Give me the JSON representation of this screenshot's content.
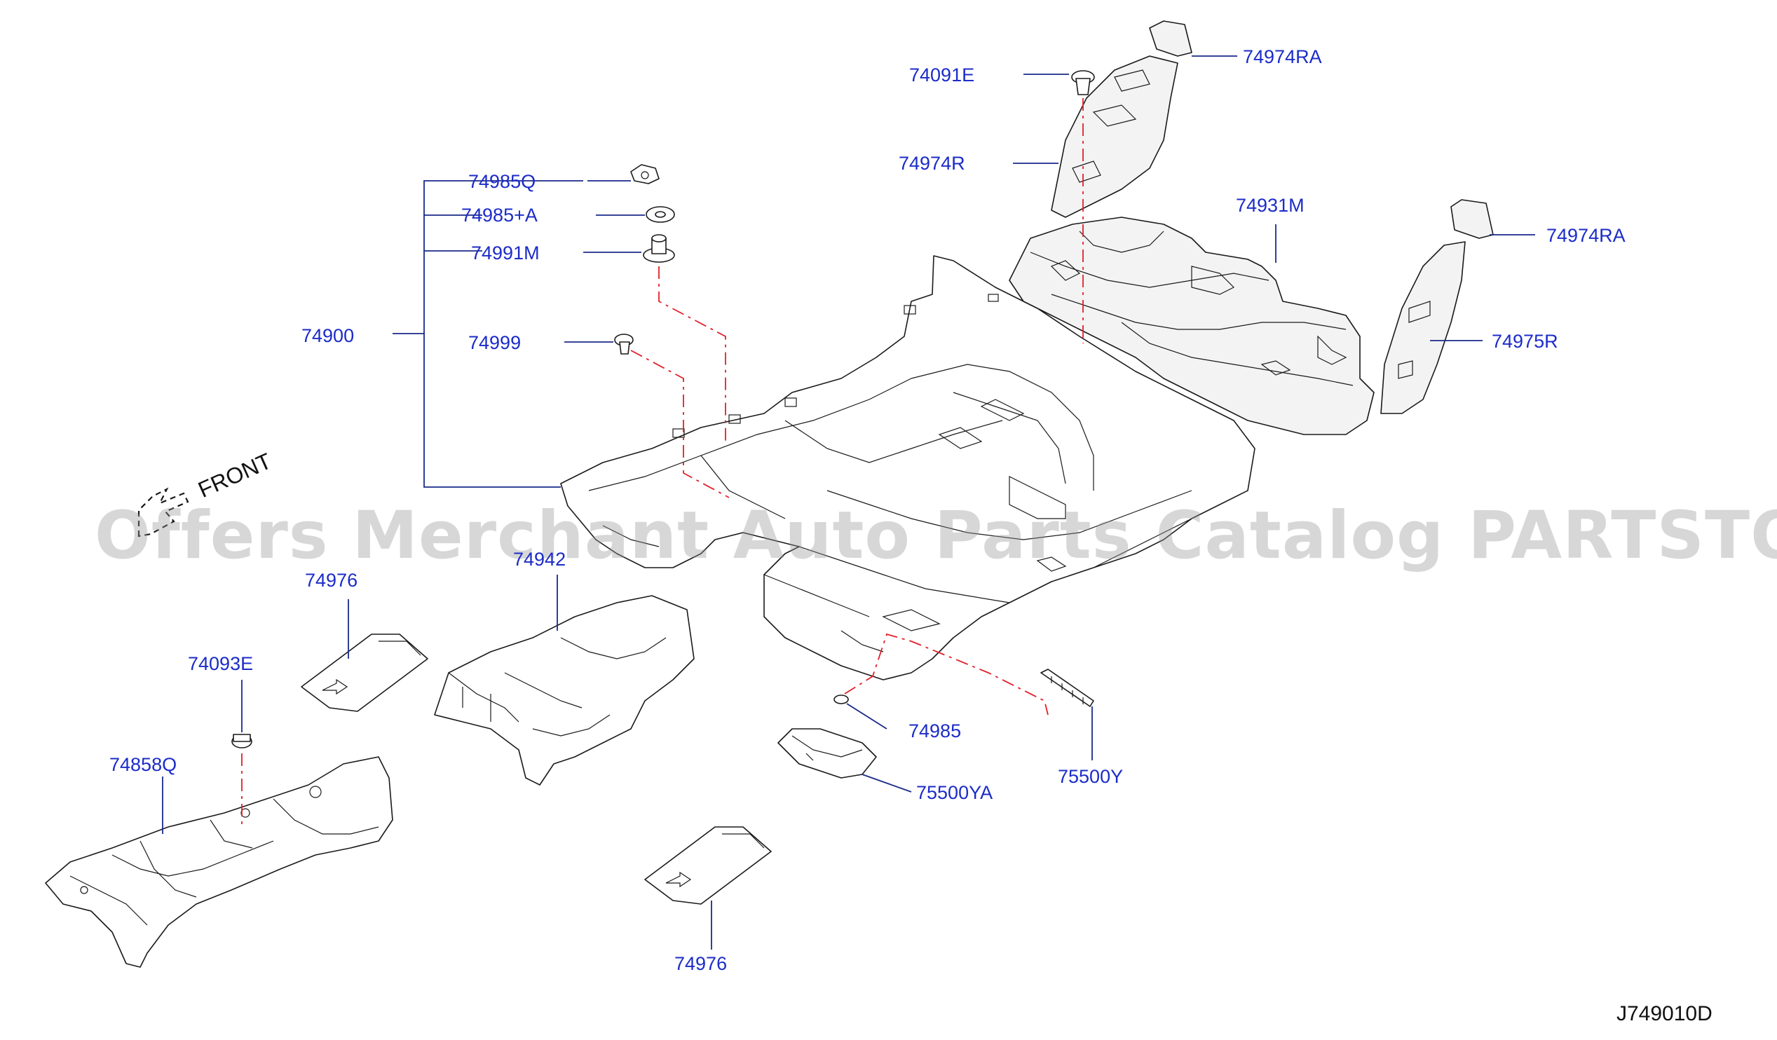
{
  "parts": [
    {
      "id": "74974RA-top",
      "label": "74974RA"
    },
    {
      "id": "74091E",
      "label": "74091E"
    },
    {
      "id": "74974R",
      "label": "74974R"
    },
    {
      "id": "74985Q",
      "label": "74985Q"
    },
    {
      "id": "74985A",
      "label": "74985+A"
    },
    {
      "id": "74991M",
      "label": "74991M"
    },
    {
      "id": "74900",
      "label": "74900"
    },
    {
      "id": "74999",
      "label": "74999"
    },
    {
      "id": "74931M",
      "label": "74931M"
    },
    {
      "id": "74974RA-right",
      "label": "74974RA"
    },
    {
      "id": "74975R",
      "label": "74975R"
    },
    {
      "id": "74976-upper",
      "label": "74976"
    },
    {
      "id": "74942",
      "label": "74942"
    },
    {
      "id": "74093E",
      "label": "74093E"
    },
    {
      "id": "74858Q",
      "label": "74858Q"
    },
    {
      "id": "74985",
      "label": "74985"
    },
    {
      "id": "75500YA",
      "label": "75500YA"
    },
    {
      "id": "75500Y",
      "label": "75500Y"
    },
    {
      "id": "74976-lower",
      "label": "74976"
    }
  ],
  "front_label": "FRONT",
  "diagram_code": "J749010D",
  "watermark": "Offers Merchant Auto Parts Catalog PARTSTORE.SA",
  "colors": {
    "label": "#1c2cc8",
    "leader": "#1a2a8a",
    "dashed_guide": "#e0202a",
    "outline": "#1a1a1a",
    "watermark": "#969696"
  }
}
